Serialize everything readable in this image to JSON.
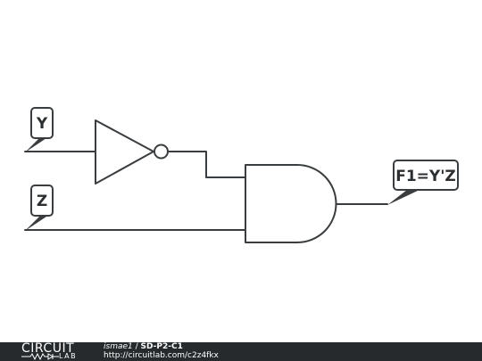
{
  "diagram": {
    "labels": {
      "input_y": "Y",
      "input_z": "Z",
      "output": "F1=Y'Z"
    },
    "components": [
      "not-gate",
      "and-gate"
    ],
    "colors": {
      "stroke": "#3a3d3f",
      "footer_bg": "#262a2d"
    }
  },
  "footer": {
    "brand_top": "CIRCUIT",
    "brand_bottom": "LAB",
    "user": "ismae1",
    "separator": " / ",
    "title": "SD-P2-C1",
    "url": "http://circuitlab.com/c2z4fkx"
  }
}
